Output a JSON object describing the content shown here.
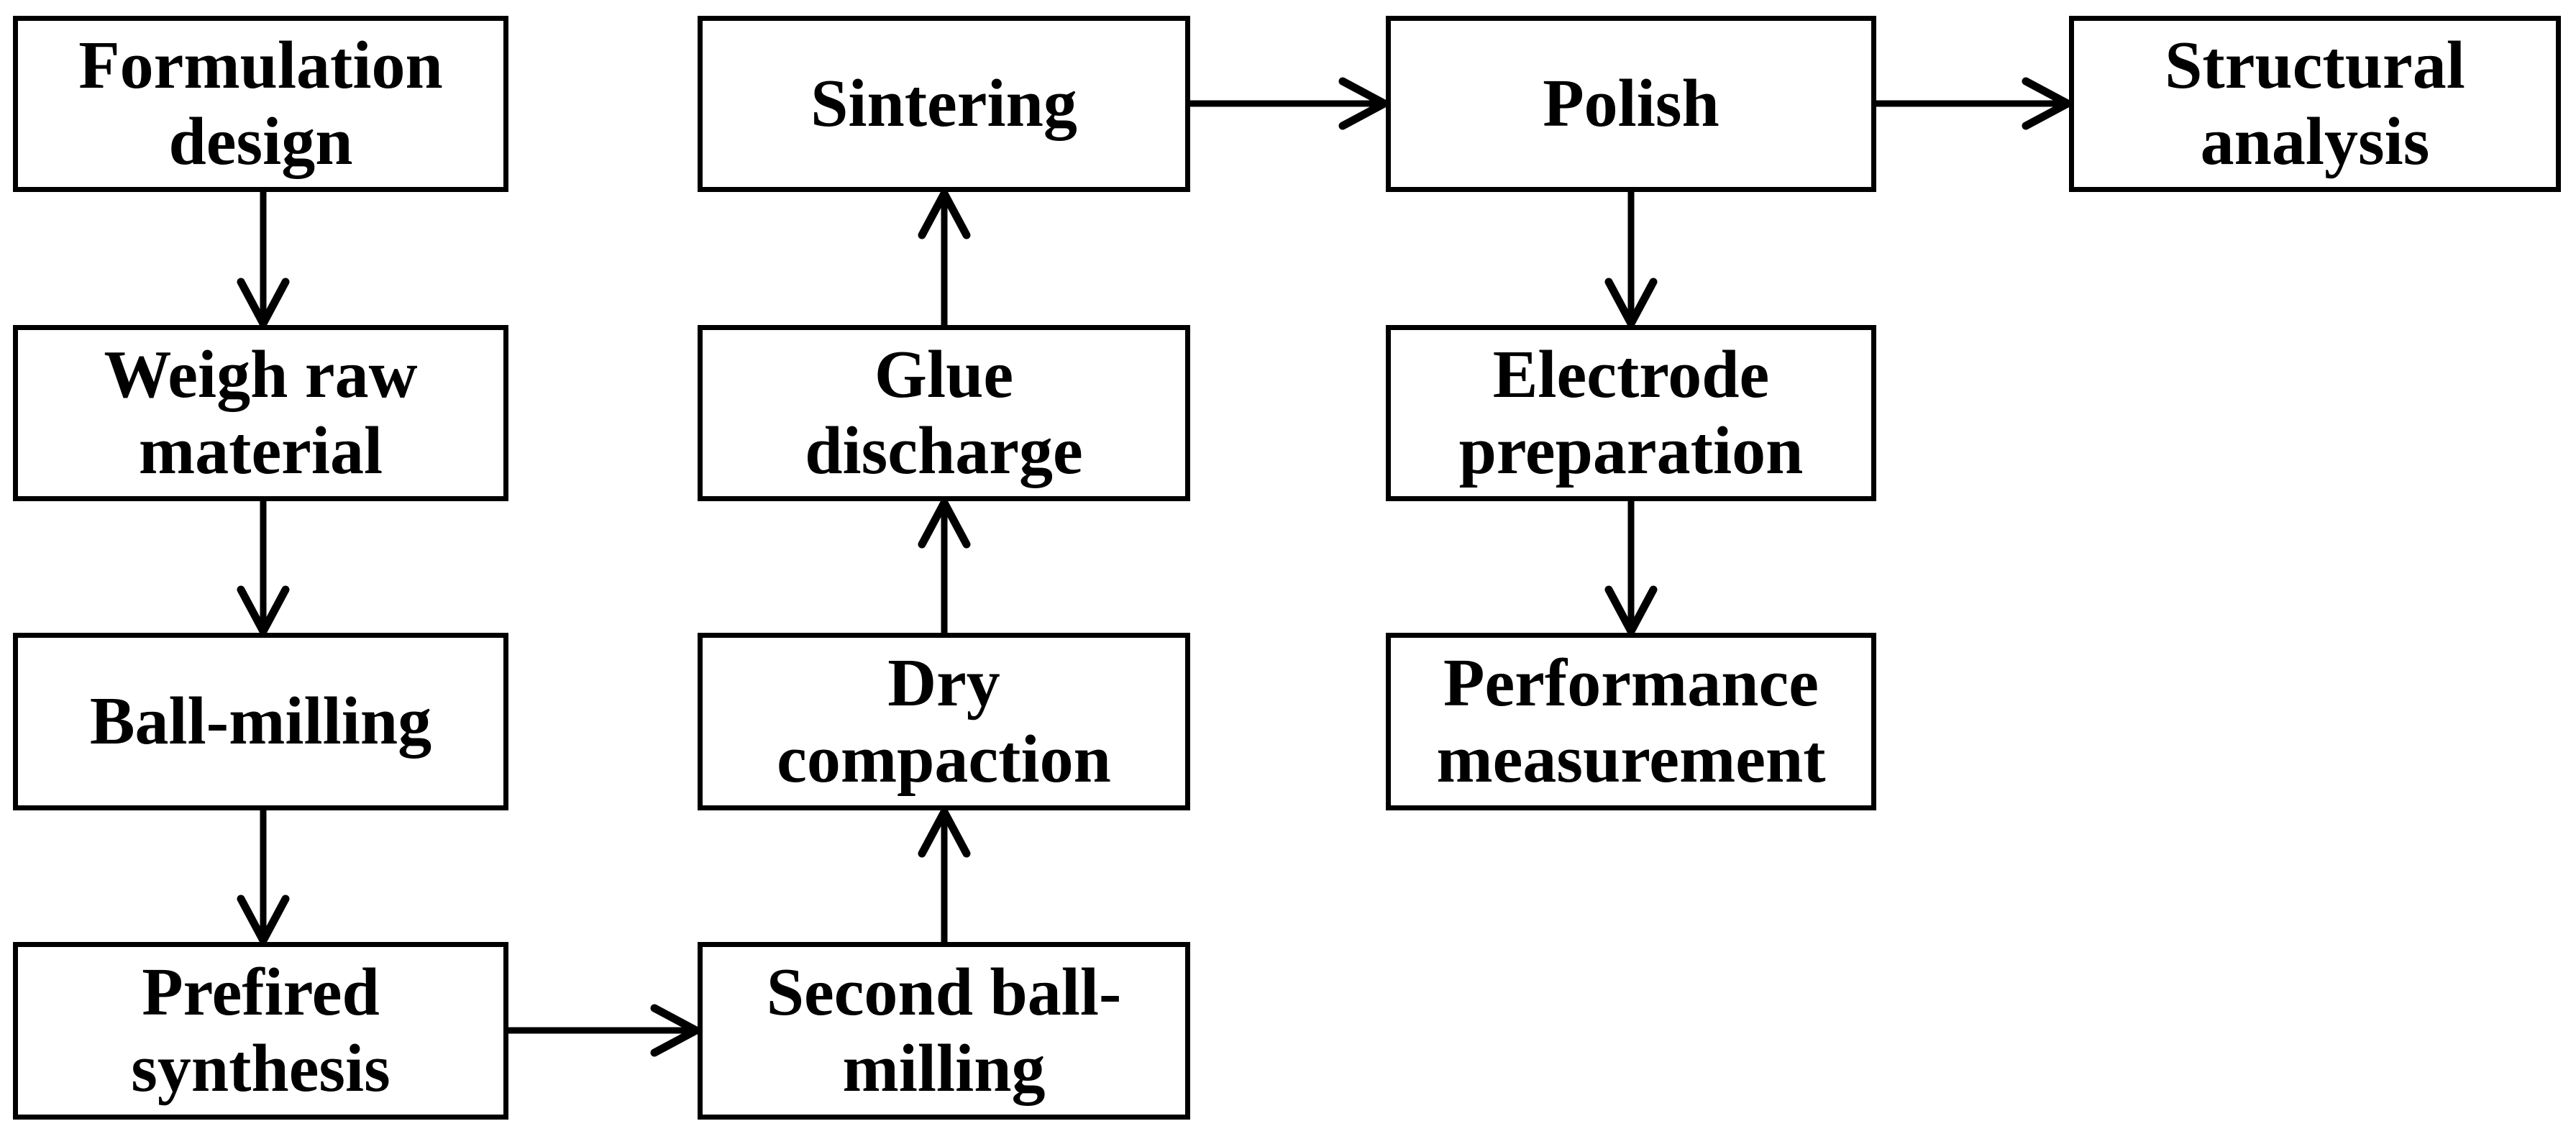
{
  "diagram": {
    "type": "flowchart",
    "background_color": "#ffffff",
    "line_color": "#000000",
    "box_fill_color": "#ffffff",
    "text_color": "#000000",
    "nodes": [
      {
        "id": "formulation-design",
        "label": "Formulation\ndesign"
      },
      {
        "id": "weigh-raw-material",
        "label": "Weigh raw\nmaterial"
      },
      {
        "id": "ball-milling",
        "label": "Ball-milling"
      },
      {
        "id": "prefired-synthesis",
        "label": "Prefired\nsynthesis"
      },
      {
        "id": "second-ball-milling",
        "label": "Second ball-\nmilling"
      },
      {
        "id": "dry-compaction",
        "label": "Dry\ncompaction"
      },
      {
        "id": "glue-discharge",
        "label": "Glue\ndischarge"
      },
      {
        "id": "sintering",
        "label": "Sintering"
      },
      {
        "id": "polish",
        "label": "Polish"
      },
      {
        "id": "structural-analysis",
        "label": "Structural\nanalysis"
      },
      {
        "id": "electrode-preparation",
        "label": "Electrode\npreparation"
      },
      {
        "id": "performance-measurement",
        "label": "Performance\nmeasurement"
      }
    ],
    "edges": [
      {
        "from": "formulation-design",
        "to": "weigh-raw-material",
        "direction": "down"
      },
      {
        "from": "weigh-raw-material",
        "to": "ball-milling",
        "direction": "down"
      },
      {
        "from": "ball-milling",
        "to": "prefired-synthesis",
        "direction": "down"
      },
      {
        "from": "prefired-synthesis",
        "to": "second-ball-milling",
        "direction": "right"
      },
      {
        "from": "second-ball-milling",
        "to": "dry-compaction",
        "direction": "up"
      },
      {
        "from": "dry-compaction",
        "to": "glue-discharge",
        "direction": "up"
      },
      {
        "from": "glue-discharge",
        "to": "sintering",
        "direction": "up"
      },
      {
        "from": "sintering",
        "to": "polish",
        "direction": "right"
      },
      {
        "from": "polish",
        "to": "structural-analysis",
        "direction": "right"
      },
      {
        "from": "polish",
        "to": "electrode-preparation",
        "direction": "down"
      },
      {
        "from": "electrode-preparation",
        "to": "performance-measurement",
        "direction": "down"
      }
    ]
  }
}
